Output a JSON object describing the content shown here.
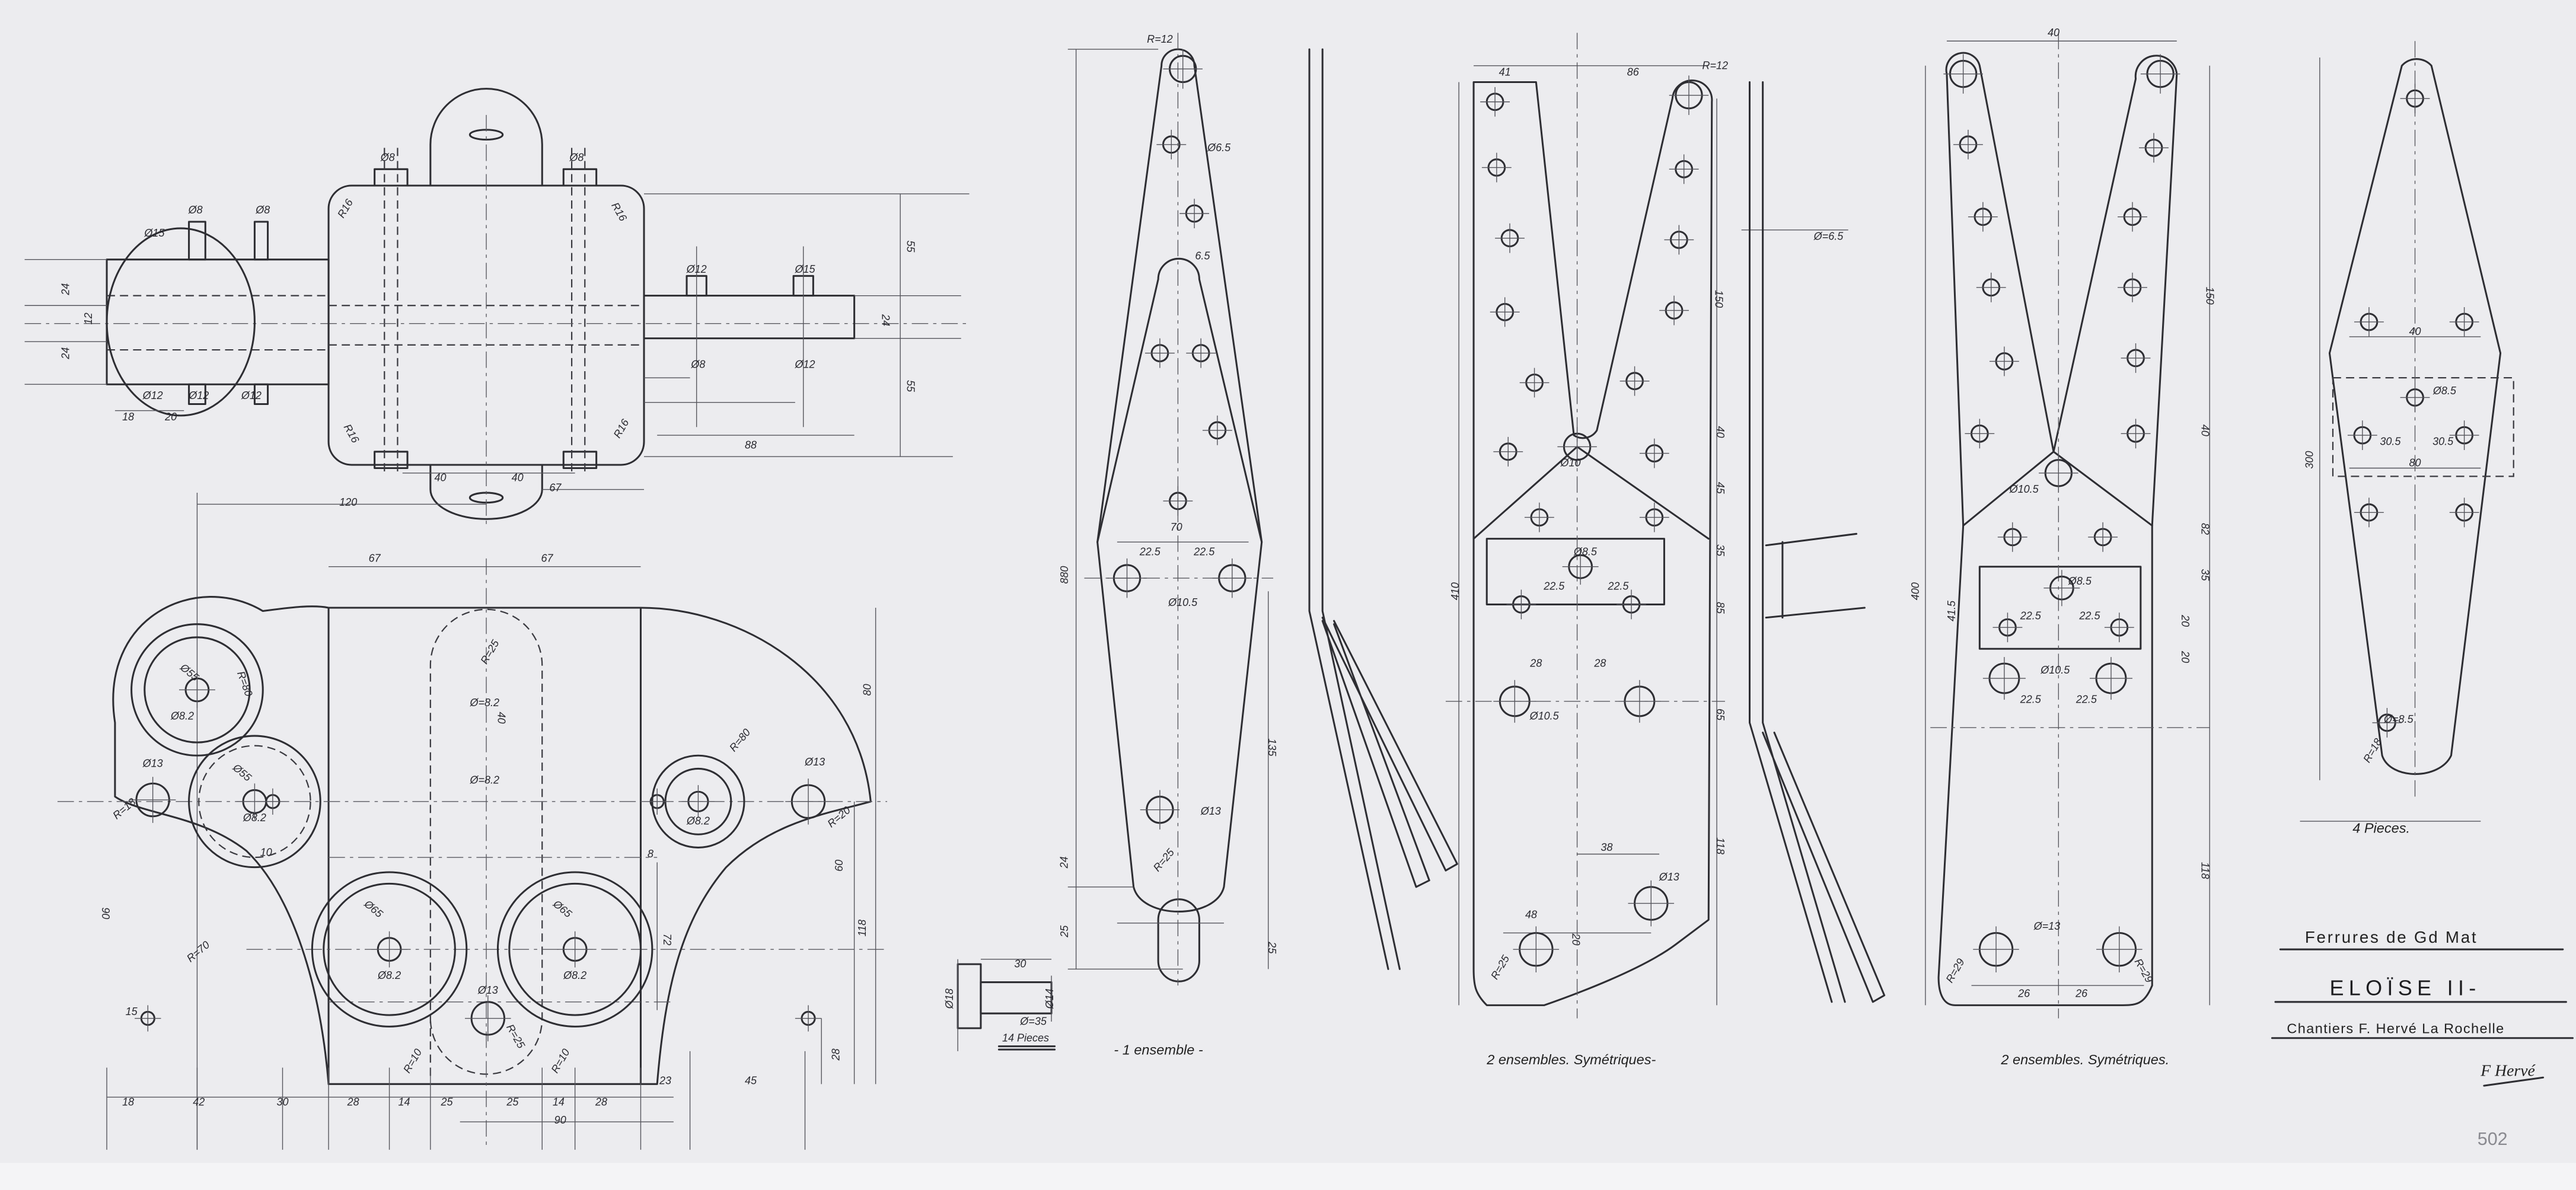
{
  "views": {
    "gearbox_elevation": [
      "Ø8",
      "Ø8",
      "Ø15",
      "Ø8",
      "Ø8",
      "Ø12",
      "Ø12",
      "Ø12",
      "18",
      "20",
      "24",
      "12",
      "24",
      "R16",
      "R16",
      "R16",
      "R16",
      "55",
      "55",
      "Ø12",
      "Ø15",
      "Ø8",
      "Ø12",
      "24",
      "40",
      "40",
      "67",
      "88",
      "120"
    ],
    "gearbox_plate": [
      "67",
      "67",
      "Ø55",
      "Ø8.2",
      "R=80",
      "Ø55",
      "Ø8.2",
      "Ø13",
      "R=18",
      "R=25",
      "Ø=8.2",
      "40",
      "Ø=8.2",
      "R=80",
      "Ø8.2",
      "Ø13",
      "R=20",
      "10",
      "8",
      "90",
      "R=70",
      "15",
      "Ø65",
      "Ø8.2",
      "Ø65",
      "Ø8.2",
      "Ø13",
      "R=25",
      "R=10",
      "R=10",
      "72",
      "60",
      "118",
      "80",
      "28",
      "18",
      "42",
      "30",
      "28",
      "14",
      "25",
      "25",
      "14",
      "28",
      "90",
      "23",
      "45"
    ],
    "pin": [
      "30",
      "Ø18",
      "Ø14",
      "Ø=35"
    ],
    "part1": [
      "R=12",
      "Ø6.5",
      "6.5",
      "70",
      "22.5",
      "22.5",
      "Ø10.5",
      "880",
      "135",
      "Ø13",
      "R=25",
      "24",
      "25",
      "25"
    ],
    "part2": [
      "41",
      "86",
      "R=12",
      "Ø=6.5",
      "150",
      "Ø10",
      "40",
      "45",
      "35",
      "85",
      "65",
      "118",
      "410",
      "Ø8.5",
      "22.5",
      "22.5",
      "28",
      "28",
      "Ø10.5",
      "38",
      "Ø13",
      "48",
      "20",
      "R=25"
    ],
    "part3": [
      "40",
      "150",
      "Ø10.5",
      "40",
      "82",
      "400",
      "41.5",
      "Ø8.5",
      "22.5",
      "22.5",
      "35",
      "20",
      "Ø10.5",
      "22.5",
      "22.5",
      "20",
      "118",
      "Ø=13",
      "R=29",
      "R=29",
      "26",
      "26"
    ],
    "part4": [
      "40",
      "Ø8.5",
      "30.5",
      "30.5",
      "80",
      "300",
      "Ø=8.5",
      "R=18"
    ]
  },
  "captions": {
    "pin_qty": "14 Pieces",
    "part1_qty": "- 1 ensemble -",
    "part2_qty": "2 ensembles. Symétriques-",
    "part3_qty": "2 ensembles. Symétriques.",
    "part4_qty": "4 Pieces."
  },
  "title_block": {
    "title": "Ferrures de Gd Mat",
    "vessel": "ELOÏSE II-",
    "yard": "Chantiers F. Hervé La Rochelle",
    "signature": "F Hervé",
    "sheet_number": "502"
  }
}
